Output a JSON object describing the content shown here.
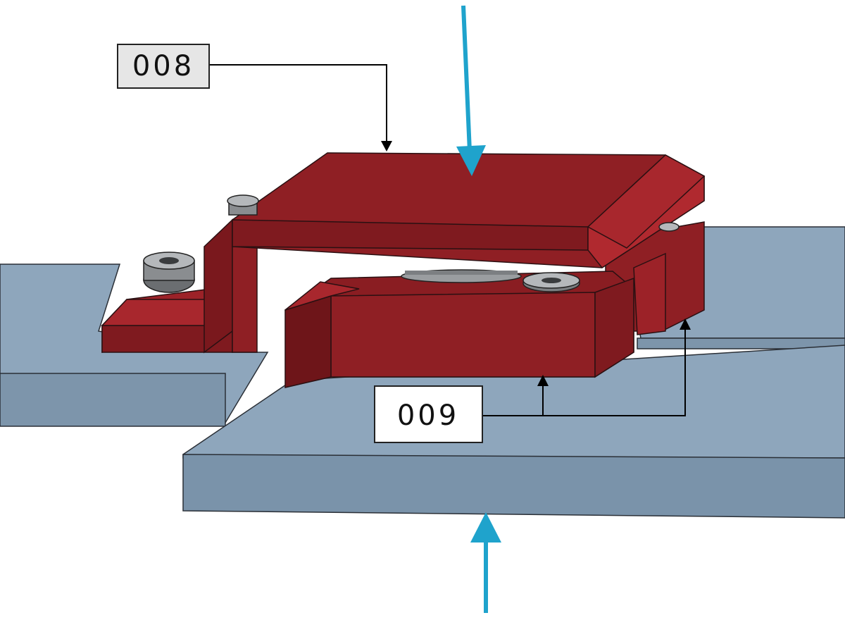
{
  "callouts": [
    {
      "id": "top-part",
      "label": "008"
    },
    {
      "id": "bottom-part",
      "label": "009"
    }
  ],
  "colors": {
    "part_red": "#8f1f24",
    "part_red_light": "#b0292f",
    "part_red_dark": "#6e1519",
    "plate_blue": "#8ea6bc",
    "plate_blue_dark": "#7a93aa",
    "plate_blue_light": "#a3b8cb",
    "arrow_cyan": "#1fa3cc",
    "bolt_gray": "#8a8d90",
    "callout_fill_top": "#e6e6e6",
    "callout_fill_bottom": "#ffffff"
  }
}
